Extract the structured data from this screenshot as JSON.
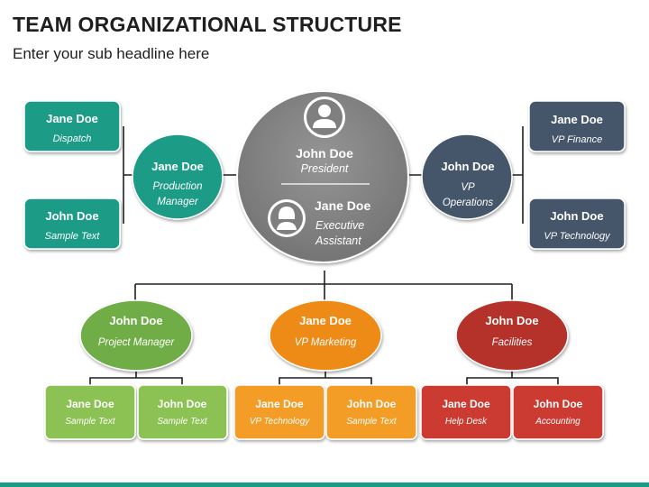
{
  "title": "TEAM ORGANIZATIONAL STRUCTURE",
  "subtitle": "Enter your sub headline here",
  "colors": {
    "teal": "#1a9b86",
    "gray": "#7f7f7f",
    "navy": "#44546a",
    "green": "#70ad47",
    "orange": "#ed8b16",
    "red": "#b4302a",
    "connector": "#1f1f1f"
  },
  "center": {
    "top_name": "John Doe",
    "top_role": "President",
    "bottom_name": "Jane Doe",
    "bottom_role_1": "Executive",
    "bottom_role_2": "Assistant",
    "top_icon": "person-avatar-icon",
    "bottom_icon": "female-avatar-icon"
  },
  "left_circle": {
    "name": "Jane Doe",
    "role_1": "Production",
    "role_2": "Manager"
  },
  "right_circle": {
    "name": "John Doe",
    "role_1": "VP",
    "role_2": "Operations"
  },
  "left_boxes": [
    {
      "name": "Jane Doe",
      "role": "Dispatch"
    },
    {
      "name": "John Doe",
      "role": "Sample Text"
    }
  ],
  "right_boxes": [
    {
      "name": "Jane Doe",
      "role": "VP Finance"
    },
    {
      "name": "John Doe",
      "role": "VP Technology"
    }
  ],
  "departments": [
    {
      "name": "John Doe",
      "role": "Project Manager",
      "color": "#70ad47",
      "boxes": [
        {
          "name": "Jane Doe",
          "role": "Sample Text"
        },
        {
          "name": "John Doe",
          "role": "Sample Text"
        }
      ]
    },
    {
      "name": "Jane Doe",
      "role": "VP Marketing",
      "color": "#ed8b16",
      "boxes": [
        {
          "name": "Jane Doe",
          "role": "VP Technology"
        },
        {
          "name": "John Doe",
          "role": "Sample Text"
        }
      ]
    },
    {
      "name": "John Doe",
      "role": "Facilities",
      "color": "#b4302a",
      "boxes": [
        {
          "name": "Jane Doe",
          "role": "Help Desk"
        },
        {
          "name": "John Doe",
          "role": "Accounting"
        }
      ]
    }
  ]
}
